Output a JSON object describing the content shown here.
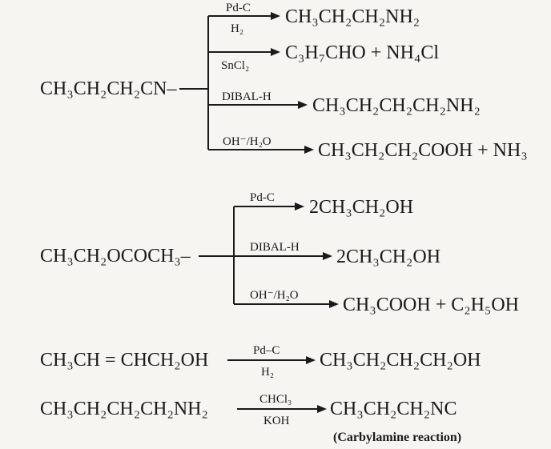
{
  "reactions": {
    "nitrile": {
      "reactant": "CH₃CH₂CH₂CN–",
      "branches": [
        {
          "reagent_top": "Pd-C",
          "reagent_bottom": "H₂",
          "product": "CH₃CH₂CH₂NH₂"
        },
        {
          "reagent_top": "",
          "reagent_bottom": "SnCl₂",
          "product": "C₃H₇CHO + NH₄Cl"
        },
        {
          "reagent_top": "DIBAL-H",
          "reagent_bottom": "",
          "product": "CH₃CH₂CH₂CH₂NH₂"
        },
        {
          "reagent_top": "OH⁻/H₂O",
          "reagent_bottom": "",
          "product": "CH₃CH₂CH₂COOH + NH₃"
        }
      ]
    },
    "ester": {
      "reactant": "CH₃CH₂OCOCH₃–",
      "branches": [
        {
          "reagent_top": "Pd-C",
          "reagent_bottom": "",
          "product": "2CH₃CH₂OH"
        },
        {
          "reagent_top": "DIBAL-H",
          "reagent_bottom": "",
          "product": "2CH₃CH₂OH"
        },
        {
          "reagent_top": "OH⁻/H₂O",
          "reagent_bottom": "",
          "product": "CH₃COOH + C₂H₅OH"
        }
      ]
    },
    "alcohol": {
      "reactant": "CH₃CH = CHCH₂OH",
      "reagent_top": "Pd–C",
      "reagent_bottom": "H₂",
      "product": "CH₃CH₂CH₂CH₂OH"
    },
    "amine": {
      "reactant": "CH₃CH₂CH₂CH₂NH₂",
      "reagent_top": "CHCl₃",
      "reagent_bottom": "KOH",
      "product": "CH₃CH₂CH₂NC",
      "note": "(Carbylamine reaction)"
    }
  }
}
